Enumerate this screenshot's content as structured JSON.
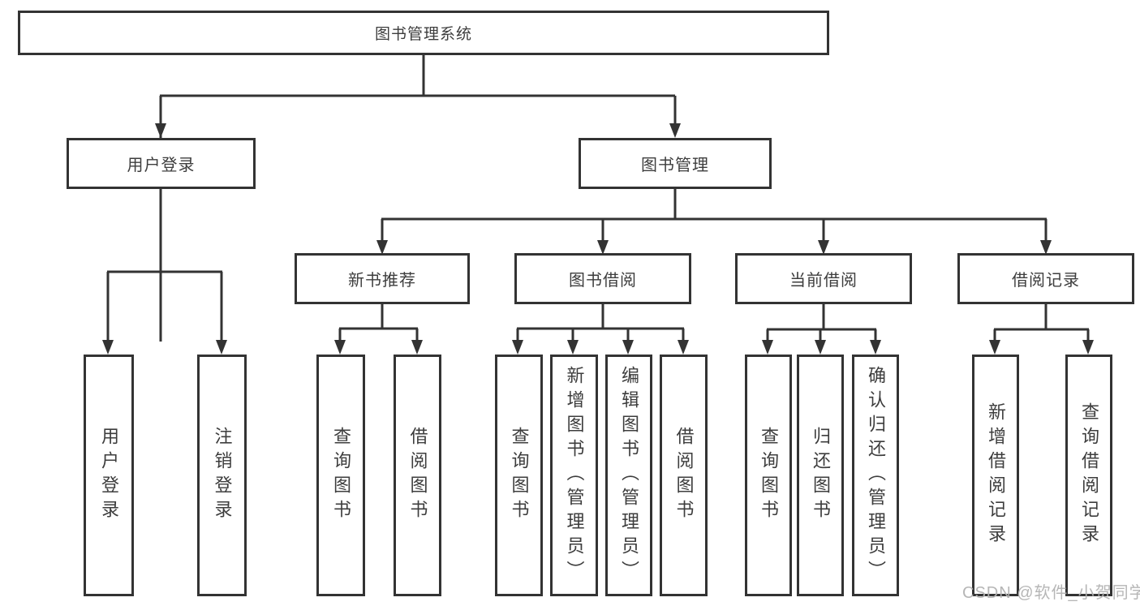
{
  "nodes": {
    "root": "图书管理系统",
    "user_login": "用户登录",
    "book_management": "图书管理",
    "new_book_recommend": "新书推荐",
    "book_borrow": "图书借阅",
    "current_borrow": "当前借阅",
    "borrow_records": "借阅记录",
    "leaf_user_login": "用户登录",
    "leaf_logout": "注销登录",
    "nb_query_book": "查询图书",
    "nb_borrow_book": "借阅图书",
    "bb_query_book": "查询图书",
    "bb_add_book": "新增图书（管理员）",
    "bb_edit_book": "编辑图书（管理员）",
    "bb_borrow_book": "借阅图书",
    "cb_query_book": "查询图书",
    "cb_return_book": "归还图书",
    "cb_confirm_return": "确认归还（管理员）",
    "br_add_record": "新增借阅记录",
    "br_query_record": "查询借阅记录"
  },
  "hierarchy": {
    "图书管理系统": {
      "用户登录": [
        "用户登录",
        "注销登录"
      ],
      "图书管理": {
        "新书推荐": [
          "查询图书",
          "借阅图书"
        ],
        "图书借阅": [
          "查询图书",
          "新增图书（管理员）",
          "编辑图书（管理员）",
          "借阅图书"
        ],
        "当前借阅": [
          "查询图书",
          "归还图书",
          "确认归还（管理员）"
        ],
        "借阅记录": [
          "新增借阅记录",
          "查询借阅记录"
        ]
      }
    }
  },
  "watermark": "CSDN @软件_小贺同学",
  "colors": {
    "line": "#333333",
    "text": "#3d3d3d",
    "watermark": "#b2b2b2",
    "background": "#ffffff"
  }
}
